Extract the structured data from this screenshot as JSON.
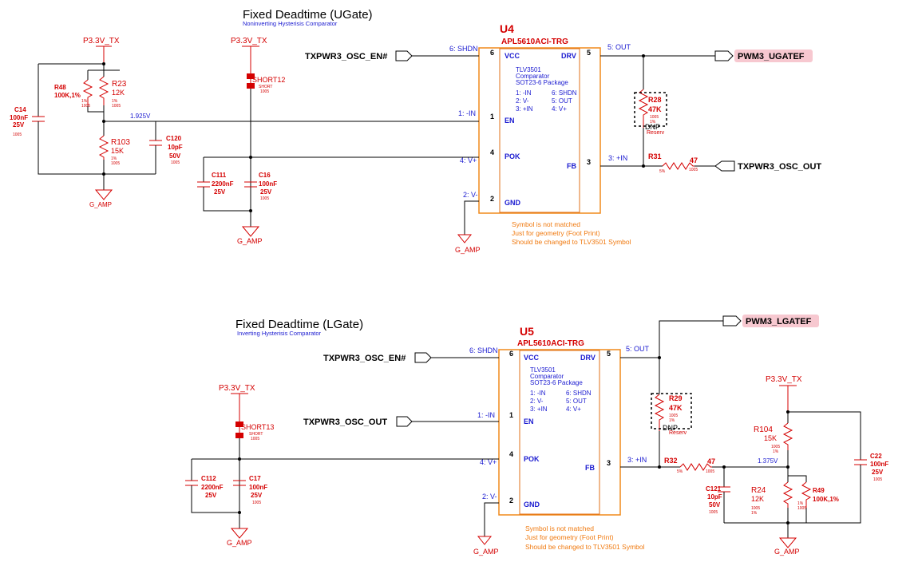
{
  "upper": {
    "title": "Fixed Deadtime (UGate)",
    "subtitle": "Noninverting Hysterisis Comparator",
    "ref": "U4",
    "part": "APL5610ACI-TRG",
    "chip_lines": [
      "TLV3501",
      "Comparator",
      "SOT23-6 Package"
    ],
    "pinmap_left": [
      "1: -IN",
      "2: V-",
      "3: +IN"
    ],
    "pinmap_right": [
      "6: SHDN",
      "5: OUT",
      "4: V+"
    ],
    "pins": {
      "vcc": "VCC",
      "drv": "DRV",
      "en": "EN",
      "pok": "POK",
      "fb": "FB",
      "gnd": "GND"
    },
    "pin_nums": {
      "vcc": "6",
      "drv": "5",
      "en": "1",
      "pok": "4",
      "fb": "3",
      "gnd": "2"
    },
    "pin_aliases": {
      "vcc": "6: SHDN",
      "drv": "5: OUT",
      "en": "1: -IN",
      "pok": "4: V+",
      "fb": "3: +IN",
      "gnd": "2: V-"
    },
    "nets": {
      "en_in": "TXPWR3_OSC_EN#",
      "out": "PWM3_UGATEF",
      "fb_out": "TXPWR3_OSC_OUT",
      "node_v": "1.925V"
    },
    "power": [
      "P3.3V_TX",
      "P3.3V_TX"
    ],
    "short": {
      "ref": "SHORT12",
      "sub": "SHORT",
      "size": "1005"
    },
    "grounds": [
      "G_AMP",
      "G_AMP",
      "G_AMP"
    ],
    "parts": {
      "c14": {
        "ref": "C14",
        "v1": "100nF",
        "v2": "25V",
        "pkg": "1005"
      },
      "r48": {
        "ref": "R48",
        "v1": "100K,1%",
        "pkg": "1005",
        "tol": "1%"
      },
      "r23": {
        "ref": "R23",
        "v1": "12K",
        "tol": "1%",
        "pkg": "1005"
      },
      "r103": {
        "ref": "R103",
        "v1": "15K",
        "tol": "1%",
        "pkg": "1005"
      },
      "c120": {
        "ref": "C120",
        "v1": "10pF",
        "v2": "50V",
        "pkg": "1005"
      },
      "c111": {
        "ref": "C111",
        "v1": "2200nF",
        "v2": "25V"
      },
      "c16": {
        "ref": "C16",
        "v1": "100nF",
        "v2": "25V",
        "pkg": "1005"
      },
      "r28": {
        "ref": "R28",
        "v1": "47K",
        "pkg": "1005",
        "tol": "1%",
        "dnp": "DNP",
        "note": "Reserv"
      },
      "r31": {
        "ref": "R31",
        "v1": "47",
        "tol": "5%",
        "pkg": "1005"
      }
    },
    "notes": [
      "Symbol is not matched",
      "Just for geometry (Foot Print)",
      "Should be changed to TLV3501 Symbol"
    ]
  },
  "lower": {
    "title": "Fixed Deadtime (LGate)",
    "subtitle": "Inverting Hysterisis Comparator",
    "ref": "U5",
    "part": "APL5610ACI-TRG",
    "chip_lines": [
      "TLV3501",
      "Comparator",
      "SOT23-6 Package"
    ],
    "pinmap_left": [
      "1: -IN",
      "2: V-",
      "3: +IN"
    ],
    "pinmap_right": [
      "6: SHDN",
      "5: OUT",
      "4: V+"
    ],
    "pins": {
      "vcc": "VCC",
      "drv": "DRV",
      "en": "EN",
      "pok": "POK",
      "fb": "FB",
      "gnd": "GND"
    },
    "pin_nums": {
      "vcc": "6",
      "drv": "5",
      "en": "1",
      "pok": "4",
      "fb": "3",
      "gnd": "2"
    },
    "pin_aliases": {
      "vcc": "6: SHDN",
      "drv": "5: OUT",
      "en": "1: -IN",
      "pok": "4: V+",
      "fb": "3: +IN",
      "gnd": "2: V-"
    },
    "nets": {
      "en_in": "TXPWR3_OSC_EN#",
      "in_minus": "TXPWR3_OSC_OUT",
      "out": "PWM3_LGATEF",
      "node_v": "1.375V"
    },
    "power": [
      "P3.3V_TX",
      "P3.3V_TX"
    ],
    "short": {
      "ref": "SHORT13",
      "sub": "SHORT",
      "size": "1005"
    },
    "grounds": [
      "G_AMP",
      "G_AMP",
      "G_AMP"
    ],
    "parts": {
      "c112": {
        "ref": "C112",
        "v1": "2200nF",
        "v2": "25V"
      },
      "c17": {
        "ref": "C17",
        "v1": "100nF",
        "v2": "25V",
        "pkg": "1005"
      },
      "r29": {
        "ref": "R29",
        "v1": "47K",
        "pkg": "1005",
        "tol": "1%",
        "dnp": "DNP",
        "note": "Reserv"
      },
      "r32": {
        "ref": "R32",
        "v1": "47",
        "tol": "5%",
        "pkg": "1005"
      },
      "r104": {
        "ref": "R104",
        "v1": "15K",
        "pkg": "1005",
        "tol": "1%"
      },
      "c121": {
        "ref": "C121",
        "v1": "10pF",
        "v2": "50V",
        "pkg": "1005"
      },
      "r24": {
        "ref": "R24",
        "v1": "12K",
        "pkg": "1005",
        "tol": "1%"
      },
      "r49": {
        "ref": "R49",
        "v1": "100K,1%",
        "tol": "1%",
        "pkg": "1005"
      },
      "c22": {
        "ref": "C22",
        "v1": "100nF",
        "v2": "25V",
        "pkg": "1005"
      }
    },
    "notes": [
      "Symbol is not matched",
      "Just for geometry (Foot Print)",
      "Should be changed to TLV3501 Symbol"
    ]
  },
  "colors": {
    "wire": "#000000",
    "component": "#d40000",
    "chip_outline": "#f08a1c",
    "pin_label": "#1a1ad0",
    "note": "#f07a10",
    "output_flag": "#f7c8d0"
  }
}
